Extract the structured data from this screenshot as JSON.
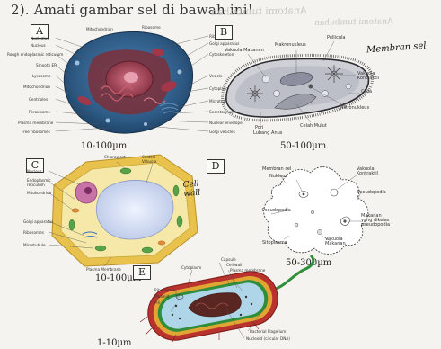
{
  "heading": "2). Amati gambar sel di bawah ini!",
  "ghost_text": "Anatomi tumbuhan",
  "panels": {
    "A": {
      "letter": "A",
      "size": "10-100µm",
      "labels_left": [
        "Nucleolus",
        "Nucleus",
        "Rough endoplasmic reticulum",
        "Smooth ER",
        "Lysosome",
        "Mitochondrion",
        "Centrioles",
        "Peroxisome",
        "Plasma membrane",
        "Free ribosomes"
      ],
      "labels_right": [
        "Ribosomes",
        "Golgi apparatus",
        "Cytoskeleton",
        "Vesicle",
        "Cytoplasm",
        "Microtubule",
        "Secretory vesicle",
        "Nuclear envelope",
        "Golgi vesicles"
      ],
      "labels_top": [
        "Mitochondrion",
        "Ribosome"
      ]
    },
    "B": {
      "letter": "B",
      "size": "50-100µm",
      "labels": {
        "vakuola_makanan": "Vakuola Makanan",
        "makronukleus": "Makronukleus",
        "pellicula": "Pellicula",
        "vakuola_kontraktil": "Vakuola Kontraktil",
        "cilia": "Cillia",
        "mikronukleus": "Mikronukleus",
        "celah_mulut": "Celah Mulut",
        "pori": "Pori",
        "lubang_anus": "Lubang Anus"
      },
      "handwritten": "Membran sel"
    },
    "C": {
      "letter": "C",
      "size": "10-100µm",
      "labels": {
        "nucleus": "Nucleus",
        "er": "Endoplasmic reticulum",
        "mito": "Mitokondrion",
        "golgi": "Golgi apparatus",
        "ribosomes": "Ribosomes",
        "microtubule": "Microtubule",
        "chloroplast": "Chloroplast",
        "central_vac": "Central Vakuola",
        "plasma": "Plasma Membrane"
      },
      "handwritten": "Cell wall"
    },
    "D": {
      "letter": "D",
      "size": "50-300µm",
      "labels": {
        "membran": "Membran sel",
        "nucleus": "Nukleus",
        "vakuola_k": "Vakuola Kontraktil",
        "pseudopodia_r": "Pseudopodia",
        "pseudopodia_l": "Pseudopodia",
        "makanan": "Makanan yang dikelas pseudopodia",
        "sitoplasma": "Sitoplasma",
        "vakuola_m": "Vakuola Makanan"
      }
    },
    "E": {
      "letter": "E",
      "size": "1-10µm",
      "labels": {
        "capsule": "Capsule",
        "cellwall": "Cell wall",
        "membrane": "Plasma membrane",
        "cytoplasm": "Cytoplasm",
        "ribosomes": "Ribosomes",
        "plasmid": "Plasmid",
        "pili": "Pili",
        "flagellum": "Bacterial Flagellum",
        "nucleoid": "Nucleoid (circular DNA)"
      }
    }
  },
  "colors": {
    "paper": "#f4f3ef",
    "animal_blue": "#2f5e86",
    "animal_red": "#8c2e35",
    "plant_wall": "#e8c24c",
    "bacteria_red": "#b9322e",
    "bacteria_green": "#2f8e3a"
  }
}
